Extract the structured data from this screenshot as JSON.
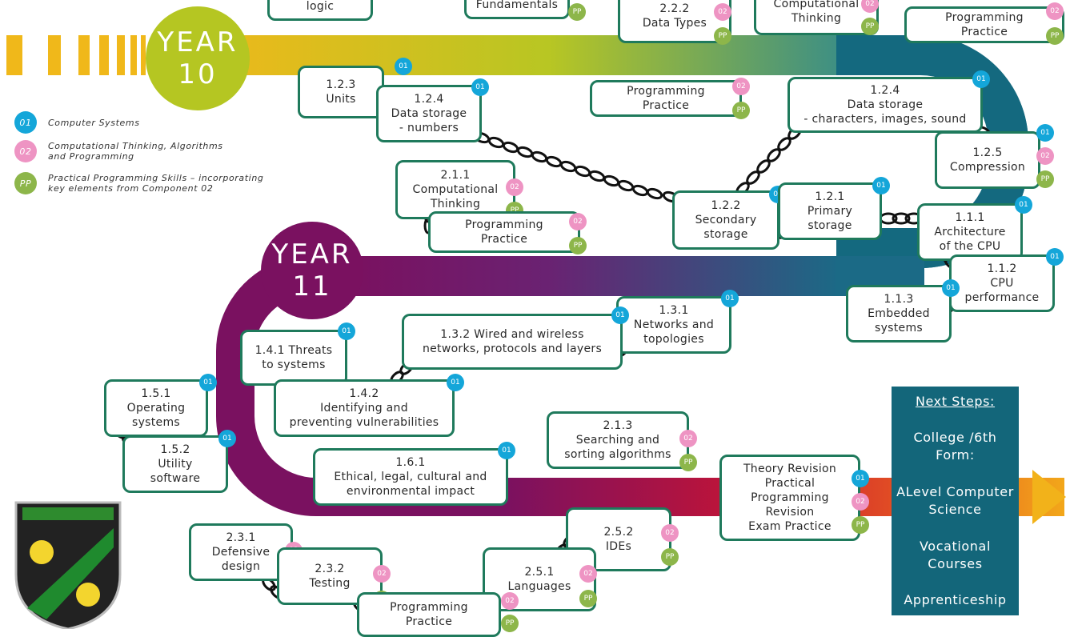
{
  "years": {
    "year10": {
      "line1": "YEAR",
      "line2": "10"
    },
    "year11": {
      "line1": "YEAR",
      "line2": "11"
    }
  },
  "legend": [
    {
      "badge": "01",
      "text": "Computer Systems"
    },
    {
      "badge": "02",
      "text": "Computational Thinking, Algorithms\nand Programming"
    },
    {
      "badge": "PP",
      "text": "Practical Programming Skills – incorporating\nkey elements from Component 02"
    }
  ],
  "topics": {
    "top_logic": "logic",
    "top_fundamentals": "Fundamentals",
    "top_data_types": "2.2.2\nData Types",
    "top_comp_thinking": "Computational\nThinking",
    "top_prog_practice": "Programming\nPractice",
    "units": "1.2.3\nUnits",
    "data_numbers": "1.2.4\nData storage\n- numbers",
    "prog_practice_mid": "Programming\nPractice",
    "data_chars": "1.2.4\nData storage\n- characters, images, sound",
    "compression": "1.2.5\nCompression",
    "comp_thinking_211": "2.1.1\nComputational\nThinking",
    "prog_practice_211": "Programming\nPractice",
    "secondary": "1.2.2\nSecondary\nstorage",
    "primary": "1.2.1\nPrimary\nstorage",
    "architecture": "1.1.1\nArchitecture\nof the CPU",
    "cpu_perf": "1.1.2\nCPU\nperformance",
    "embedded": "1.1.3\nEmbedded\nsystems",
    "networks": "1.3.1\nNetworks and\ntopologies",
    "wired": "1.3.2 Wired and wireless\nnetworks, protocols and layers",
    "threats": "1.4.1 Threats\nto systems",
    "vulnerabilities": "1.4.2\nIdentifying and\npreventing vulnerabilities",
    "operating": "1.5.1\nOperating\nsystems",
    "utility": "1.5.2\nUtility\nsoftware",
    "searching": "2.1.3\nSearching and\nsorting algorithms",
    "ethical": "1.6.1\nEthical, legal, cultural and\nenvironmental impact",
    "revision": "Theory Revision\nPractical\nProgramming\nRevision\nExam Practice",
    "ides": "2.5.2\nIDEs",
    "languages": "2.5.1\nLanguages",
    "defensive": "2.3.1\nDefensive\ndesign",
    "testing": "2.3.2\nTesting",
    "prog_practice_bottom": "Programming\nPractice"
  },
  "next_steps": {
    "title": "Next Steps:",
    "college": "College /6th\nForm:",
    "alevel": "ALevel Computer\nScience",
    "vocational": "Vocational\nCourses",
    "apprenticeship": "Apprenticeship"
  },
  "colors": {
    "accent_teal": "#14697f",
    "box_border": "#1f7a5c",
    "badge_01": "#14a6d9",
    "badge_02": "#ee94c3",
    "badge_pp": "#8db64a",
    "year10_green": "#b5c622",
    "year11_purple": "#7a1160",
    "road_orange": "#f0a81c",
    "road_red": "#d01a2a"
  }
}
